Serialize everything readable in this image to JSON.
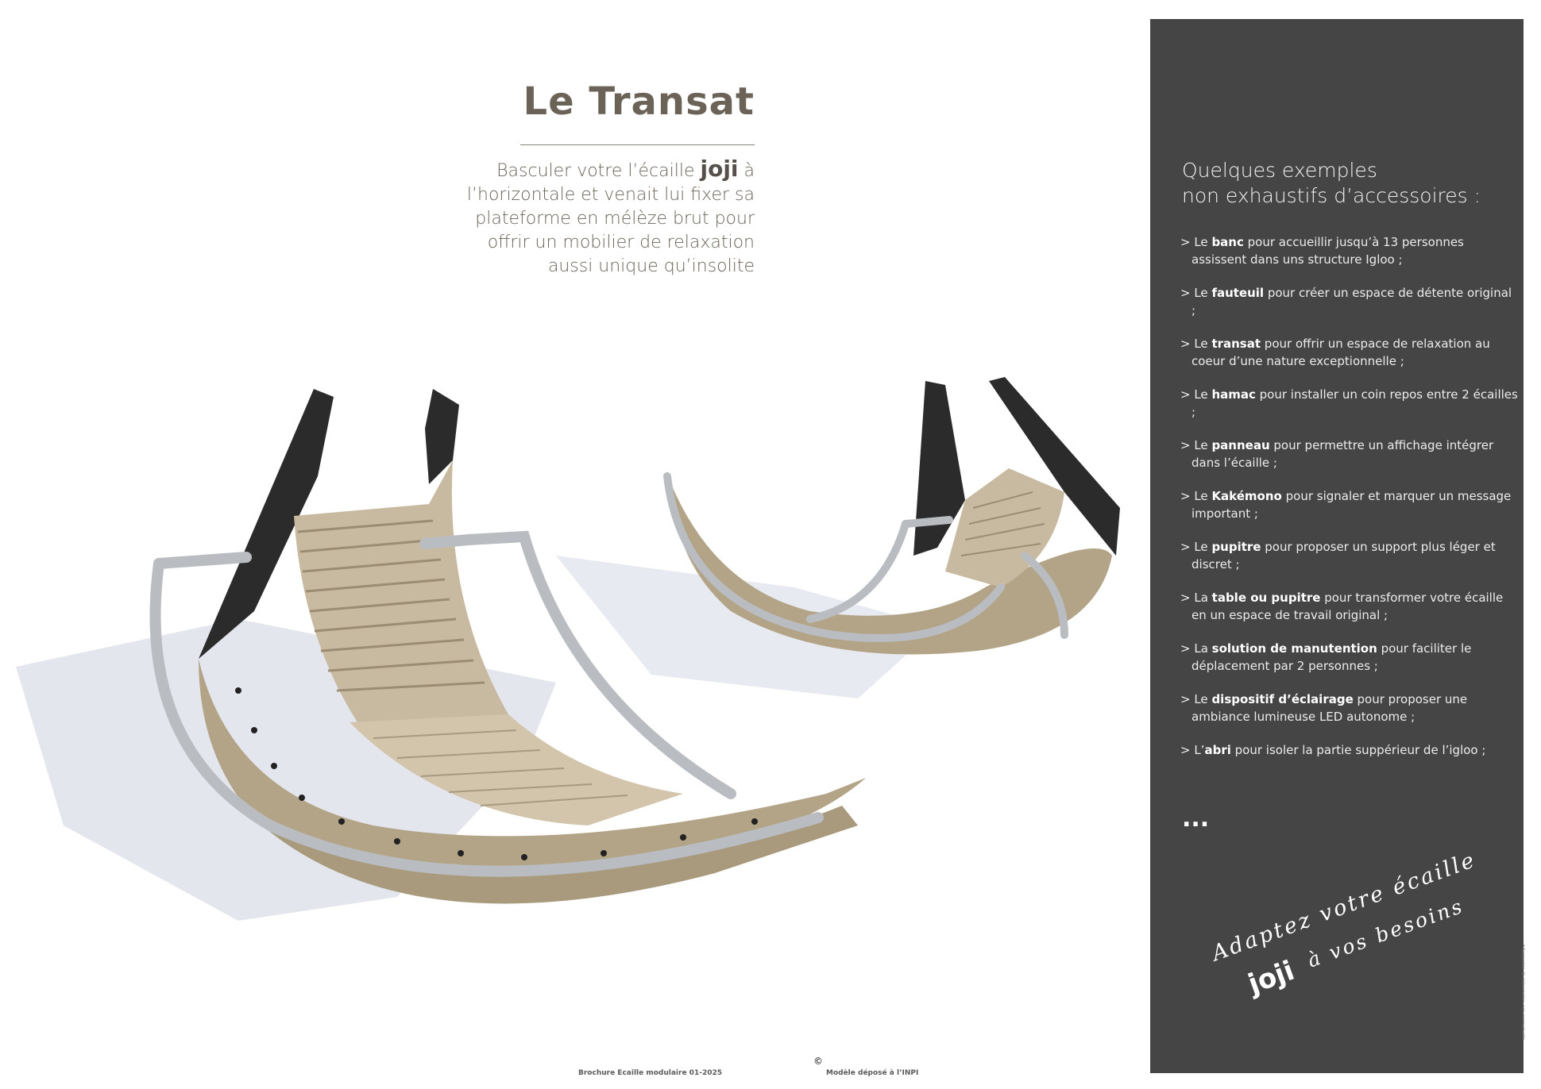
{
  "title": "Le Transat",
  "intro": {
    "part1": "Basculer votre l’écaille ",
    "brand": "joji",
    "part2": " à l’horizontale et venait lui fixer sa plateforme en mélèze brut pour offrir un mobilier de relaxation aussi unique qu’insolite"
  },
  "panel": {
    "title_line1": "Quelques exemples",
    "title_line2": "non exhaustifs d’accessoires :",
    "items": [
      {
        "pre": "> Le ",
        "bold": "banc",
        "post": " pour accueillir jusqu’à 13 personnes assissent dans uns structure Igloo ;"
      },
      {
        "pre": "> Le ",
        "bold": "fauteuil",
        "post": " pour créer un espace de détente original ;"
      },
      {
        "pre": "> Le ",
        "bold": "transat",
        "post": " pour offrir un espace de relaxation au coeur d’une nature exceptionnelle ;"
      },
      {
        "pre": "> Le ",
        "bold": "hamac",
        "post": " pour installer un coin repos entre 2 écailles ;"
      },
      {
        "pre": "> Le ",
        "bold": "panneau",
        "post": " pour permettre un affichage intégrer dans l’écaille ;"
      },
      {
        "pre": "> Le ",
        "bold": "Kakémono",
        "post": " pour signaler et marquer un message important ;"
      },
      {
        "pre": "> Le ",
        "bold": "pupitre",
        "post": " pour proposer un support plus léger et discret ;"
      },
      {
        "pre": "> La ",
        "bold": "table ou pupitre",
        "post": " pour transformer votre écaille en un espace de travail original ;"
      },
      {
        "pre": "> La ",
        "bold": "solution de manutention",
        "post": " pour faciliter le déplacement par 2 personnes ;"
      },
      {
        "pre": "> Le ",
        "bold": "dispositif d’éclairage",
        "post": " pour proposer une ambiance lumineuse LED autonome ;"
      },
      {
        "pre": "> L’",
        "bold": "abri",
        "post": " pour isoler la partie suppérieur de l’igloo ;"
      }
    ],
    "ellipsis": "...",
    "slogan_line1": "Adaptez votre écaille",
    "slogan_brand": "joji",
    "slogan_line2": "à vos besoins",
    "side_note": "* Suggestion de présentation, non contractuelle"
  },
  "footer": {
    "left": "Brochure Ecaille modulaire 01-2025",
    "copyright": "©",
    "right": "Modèle déposé à l’INPI"
  },
  "colors": {
    "panel_bg": "#454545",
    "title_text": "#6b6358",
    "wood": "#b5a58a",
    "shell_black": "#2a2a2a",
    "metal": "#bcc0c4"
  }
}
